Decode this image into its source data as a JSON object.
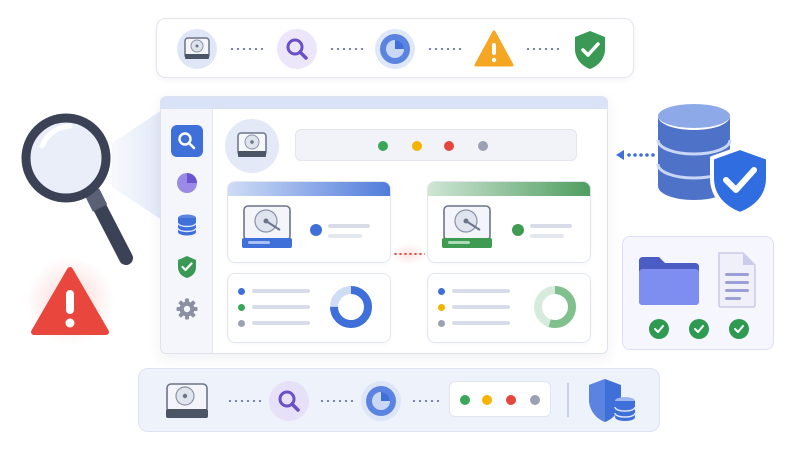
{
  "icons": {
    "disk": "hard-drive-icon",
    "search": "magnifier-icon",
    "chart": "pie-chart-icon",
    "warning": "warning-icon",
    "shield": "shield-check-icon",
    "database": "database-icon",
    "settings": "gear-icon",
    "folder": "folder-icon",
    "document": "document-icon"
  },
  "status_dots": [
    "#3aa757",
    "#f4b400",
    "#e5473c",
    "#9aa1b3"
  ],
  "colors": {
    "accent_blue": "#3f6fd8",
    "accent_green": "#3f9a52",
    "accent_purple": "#6a5acd",
    "warning_orange": "#f5a623",
    "alert_red": "#e9473d",
    "connector_red": "#e24a3b"
  },
  "cards": {
    "left": {
      "theme": "blue",
      "donut_fill": 0.75
    },
    "right": {
      "theme": "green",
      "donut_fill": 0.55
    }
  },
  "side_panel": {
    "checks": 3
  }
}
